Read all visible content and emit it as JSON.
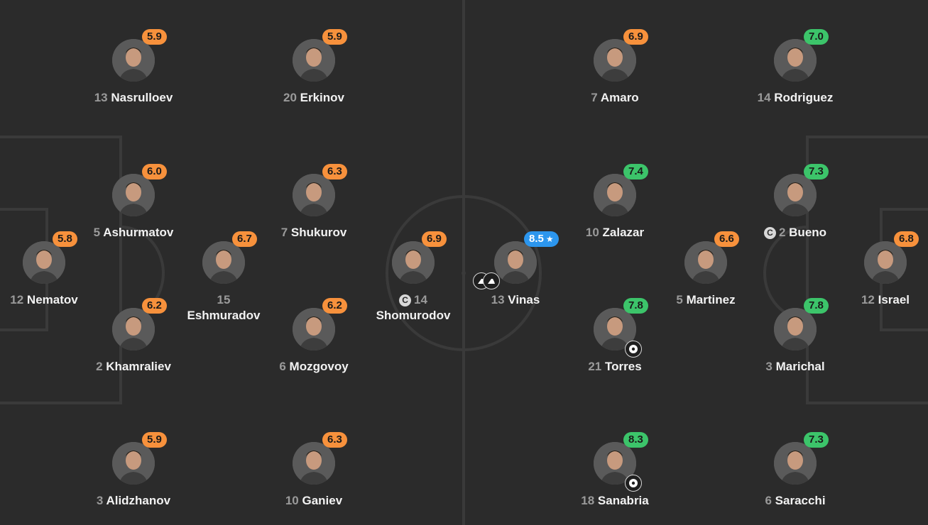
{
  "players": [
    {
      "id": "nasrulloev",
      "number": "13",
      "name": "Nasrulloev",
      "rating": "5.9",
      "ratingColor": "orange"
    },
    {
      "id": "erkinov",
      "number": "20",
      "name": "Erkinov",
      "rating": "5.9",
      "ratingColor": "orange"
    },
    {
      "id": "ashurmatov",
      "number": "5",
      "name": "Ashurmatov",
      "rating": "6.0",
      "ratingColor": "orange"
    },
    {
      "id": "shukurov",
      "number": "7",
      "name": "Shukurov",
      "rating": "6.3",
      "ratingColor": "orange"
    },
    {
      "id": "nematov",
      "number": "12",
      "name": "Nematov",
      "rating": "5.8",
      "ratingColor": "orange"
    },
    {
      "id": "eshmuradov",
      "number": "15",
      "name": "Eshmuradov",
      "rating": "6.7",
      "ratingColor": "orange"
    },
    {
      "id": "shomurodov",
      "number": "14",
      "name": "Shomurodov",
      "rating": "6.9",
      "ratingColor": "orange",
      "captain": "C"
    },
    {
      "id": "khamraliev",
      "number": "2",
      "name": "Khamraliev",
      "rating": "6.2",
      "ratingColor": "orange"
    },
    {
      "id": "mozgovoy",
      "number": "6",
      "name": "Mozgovoy",
      "rating": "6.2",
      "ratingColor": "orange"
    },
    {
      "id": "alidzhanov",
      "number": "3",
      "name": "Alidzhanov",
      "rating": "5.9",
      "ratingColor": "orange"
    },
    {
      "id": "ganiev",
      "number": "10",
      "name": "Ganiev",
      "rating": "6.3",
      "ratingColor": "orange"
    },
    {
      "id": "amaro",
      "number": "7",
      "name": "Amaro",
      "rating": "6.9",
      "ratingColor": "orange"
    },
    {
      "id": "rodriguez",
      "number": "14",
      "name": "Rodriguez",
      "rating": "7.0",
      "ratingColor": "green"
    },
    {
      "id": "zalazar",
      "number": "10",
      "name": "Zalazar",
      "rating": "7.4",
      "ratingColor": "green"
    },
    {
      "id": "bueno",
      "number": "2",
      "name": "Bueno",
      "rating": "7.3",
      "ratingColor": "green",
      "captain": "C"
    },
    {
      "id": "vinas",
      "number": "13",
      "name": "Vinas",
      "rating": "8.5",
      "ratingColor": "blue",
      "star": "★"
    },
    {
      "id": "martinez",
      "number": "5",
      "name": "Martinez",
      "rating": "6.6",
      "ratingColor": "orange"
    },
    {
      "id": "israel",
      "number": "12",
      "name": "Israel",
      "rating": "6.8",
      "ratingColor": "orange"
    },
    {
      "id": "torres",
      "number": "21",
      "name": "Torres",
      "rating": "7.8",
      "ratingColor": "green"
    },
    {
      "id": "marichal",
      "number": "3",
      "name": "Marichal",
      "rating": "7.8",
      "ratingColor": "green"
    },
    {
      "id": "sanabria",
      "number": "18",
      "name": "Sanabria",
      "rating": "8.3",
      "ratingColor": "green"
    },
    {
      "id": "saracchi",
      "number": "6",
      "name": "Saracchi",
      "rating": "7.3",
      "ratingColor": "green"
    }
  ],
  "icons": {
    "captain": "captain-icon",
    "goal": "goal-ball-icon",
    "assist": "boot-assist-icon",
    "star": "star-icon"
  },
  "colors": {
    "background": "#2b2b2b",
    "lines": "#3a3a3a",
    "ratingOrange": "#f7913c",
    "ratingGreen": "#3cc46a",
    "ratingBlue": "#2c96ee"
  }
}
